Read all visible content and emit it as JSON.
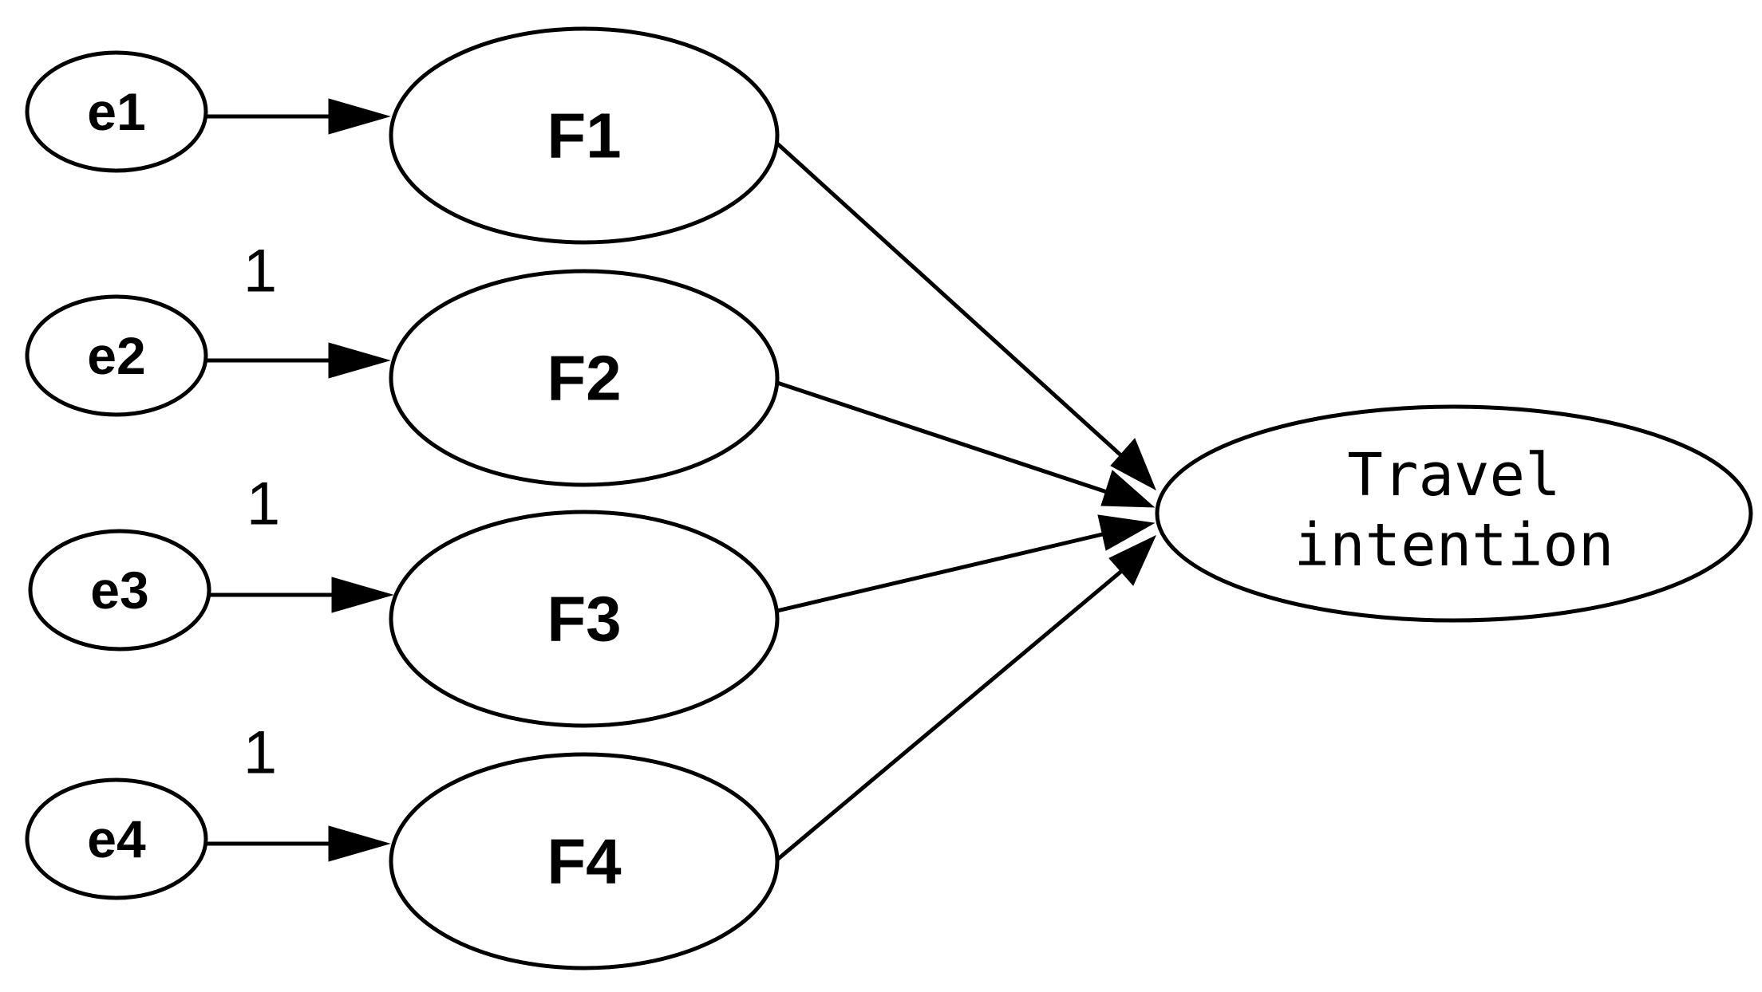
{
  "diagram": {
    "error_terms": [
      "e1",
      "e2",
      "e3",
      "e4"
    ],
    "factors": [
      "F1",
      "F2",
      "F3",
      "F4"
    ],
    "path_weights": [
      "1",
      "1",
      "1"
    ],
    "outcome": {
      "line1": "Travel",
      "line2": "intention"
    },
    "stroke_color": "#000000",
    "background_color": "#ffffff"
  }
}
